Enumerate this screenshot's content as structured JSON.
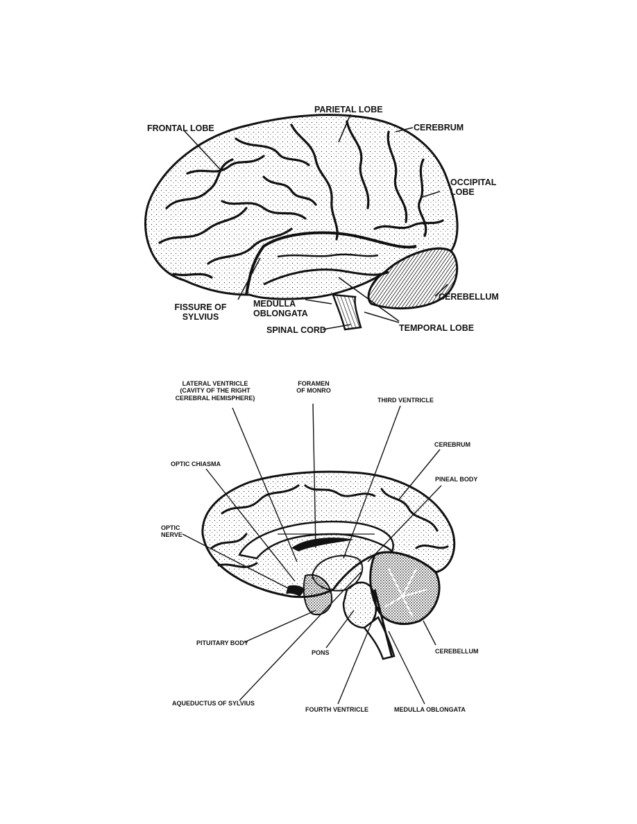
{
  "lateral_view": {
    "labels": {
      "frontal_lobe": "FRONTAL LOBE",
      "parietal_lobe": "PARIETAL LOBE",
      "cerebrum": "CEREBRUM",
      "occipital_lobe": "OCCIPITAL\nLOBE",
      "fissure_of_sylvius": "FISSURE OF\nSYLVIUS",
      "medulla_oblongata": "MEDULLA\nOBLONGATA",
      "spinal_cord": "SPINAL CORD",
      "cerebellum": "CEREBELLUM",
      "temporal_lobe": "TEMPORAL LOBE"
    }
  },
  "sagittal_view": {
    "labels": {
      "lateral_ventricle": "LATERAL VENTRICLE\n(CAVITY OF THE RIGHT\nCEREBRAL HEMISPHERE)",
      "foramen_of_monro": "FORAMEN\nOF MONRO",
      "third_ventricle": "THIRD VENTRICLE",
      "cerebrum": "CEREBRUM",
      "pineal_body": "PINEAL BODY",
      "optic_chiasma": "OPTIC CHIASMA",
      "optic_nerve": "OPTIC\nNERVE",
      "pituitary_body": "PITUITARY BODY",
      "pons": "PONS",
      "cerebellum": "CEREBELLUM",
      "aqueductus_of_sylvius": "AQUEDUCTUS OF SYLVIUS",
      "fourth_ventricle": "FOURTH VENTRICLE",
      "medulla_oblongata": "MEDULLA OBLONGATA"
    }
  }
}
